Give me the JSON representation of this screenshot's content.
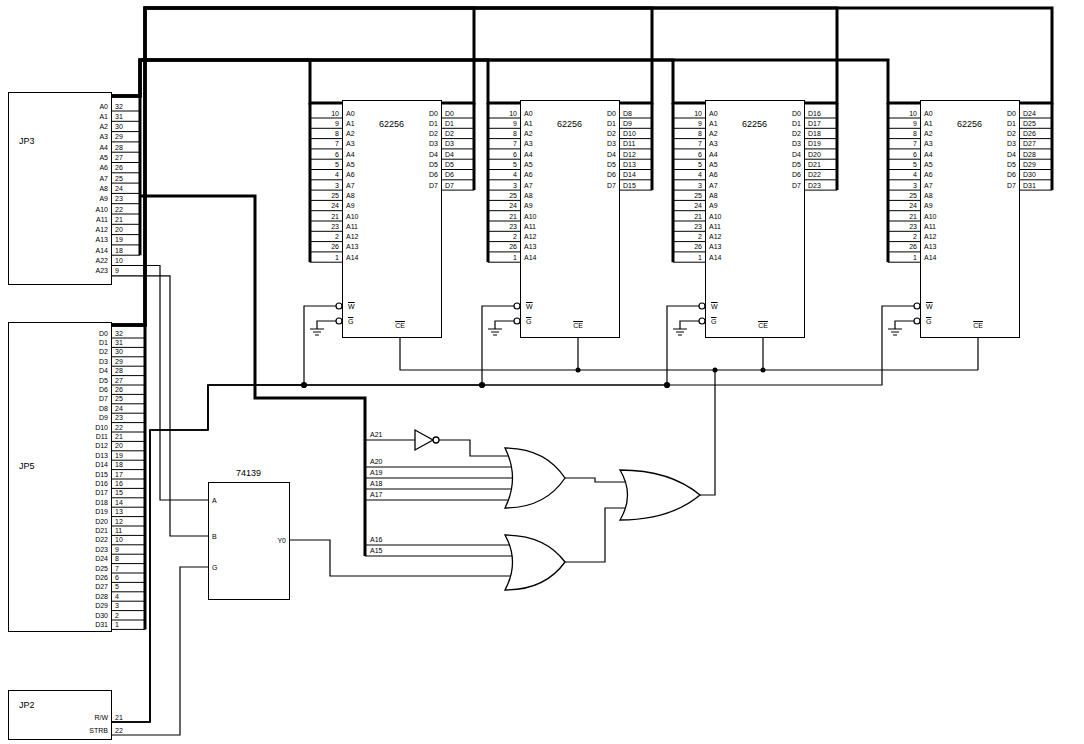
{
  "diagram": {
    "nodes": [
      {
        "text": [
          "JP3"
        ]
      },
      {
        "text": [
          "JP5"
        ]
      },
      {
        "text": [
          "JP2"
        ]
      },
      {
        "text": [
          "74139"
        ]
      },
      {
        "text": [
          "62256"
        ]
      },
      {
        "text": [
          "62256"
        ]
      },
      {
        "text": [
          "62256"
        ]
      },
      {
        "text": [
          "62256"
        ]
      }
    ],
    "edges": [
      {
        "from": 0,
        "to": 4,
        "arrow": "none"
      },
      {
        "from": 0,
        "to": 5,
        "arrow": "none"
      },
      {
        "from": 0,
        "to": 6,
        "arrow": "none"
      },
      {
        "from": 0,
        "to": 7,
        "arrow": "none"
      },
      {
        "from": 1,
        "to": 4,
        "arrow": "none"
      },
      {
        "from": 1,
        "to": 5,
        "arrow": "none"
      },
      {
        "from": 1,
        "to": 6,
        "arrow": "none"
      },
      {
        "from": 1,
        "to": 7,
        "arrow": "none"
      },
      {
        "from": 0,
        "to": 3,
        "arrow": "none"
      },
      {
        "from": 0,
        "to": 3,
        "arrow": "none"
      },
      {
        "from": 2,
        "to": 3,
        "arrow": "none"
      },
      {
        "from": 2,
        "to": 4,
        "arrow": "none"
      },
      {
        "from": 2,
        "to": 5,
        "arrow": "none"
      },
      {
        "from": 2,
        "to": 6,
        "arrow": "none"
      },
      {
        "from": 2,
        "to": 7,
        "arrow": "none"
      }
    ],
    "labels": [
      "A0",
      "32",
      "A1",
      "31",
      "A2",
      "30",
      "A3",
      "29",
      "A4",
      "28",
      "A5",
      "27",
      "A6",
      "26",
      "A7",
      "25",
      "A8",
      "24",
      "A9",
      "23",
      "A10",
      "22",
      "A11",
      "21",
      "A12",
      "20",
      "A13",
      "19",
      "A14",
      "18",
      "A22",
      "10",
      "A23",
      "9",
      "D0",
      "32",
      "D1",
      "31",
      "D2",
      "30",
      "D3",
      "29",
      "D4",
      "28",
      "D5",
      "27",
      "D6",
      "26",
      "D7",
      "25",
      "D8",
      "24",
      "D9",
      "23",
      "D10",
      "22",
      "D11",
      "21",
      "D12",
      "20",
      "D13",
      "19",
      "D14",
      "18",
      "D15",
      "17",
      "D16",
      "16",
      "D17",
      "15",
      "D18",
      "14",
      "D19",
      "13",
      "D20",
      "12",
      "D21",
      "11",
      "D22",
      "10",
      "D23",
      "9",
      "D24",
      "8",
      "D25",
      "7",
      "D26",
      "6",
      "D27",
      "5",
      "D28",
      "4",
      "D29",
      "3",
      "D30",
      "2",
      "D31",
      "1",
      "R/W",
      "21",
      "STRB",
      "22",
      "A",
      "B",
      "G",
      "Y0",
      "A21",
      "A20",
      "A19",
      "A18",
      "A17",
      "A16",
      "A15",
      "10",
      "A0",
      "9",
      "A1",
      "8",
      "A2",
      "7",
      "A3",
      "6",
      "A4",
      "5",
      "A5",
      "4",
      "A6",
      "3",
      "A7",
      "25",
      "A8",
      "24",
      "A9",
      "21",
      "A10",
      "23",
      "A11",
      "2",
      "A12",
      "26",
      "A13",
      "1",
      "A14",
      "D0",
      "D0",
      "D1",
      "D1",
      "D2",
      "D2",
      "D3",
      "D3",
      "D4",
      "D4",
      "D5",
      "D5",
      "D6",
      "D6",
      "D7",
      "D7",
      "W",
      "G",
      "CE",
      "10",
      "A0",
      "9",
      "A1",
      "8",
      "A2",
      "7",
      "A3",
      "6",
      "A4",
      "5",
      "A5",
      "4",
      "A6",
      "3",
      "A7",
      "25",
      "A8",
      "24",
      "A9",
      "21",
      "A10",
      "23",
      "A11",
      "2",
      "A12",
      "26",
      "A13",
      "1",
      "A14",
      "D0",
      "D8",
      "D1",
      "D9",
      "D2",
      "D10",
      "D3",
      "D11",
      "D4",
      "D12",
      "D5",
      "D13",
      "D6",
      "D14",
      "D7",
      "D15",
      "W",
      "G",
      "CE",
      "10",
      "A0",
      "9",
      "A1",
      "8",
      "A2",
      "7",
      "A3",
      "6",
      "A4",
      "5",
      "A5",
      "4",
      "A6",
      "3",
      "A7",
      "25",
      "A8",
      "24",
      "A9",
      "21",
      "A10",
      "23",
      "A11",
      "2",
      "A12",
      "26",
      "A13",
      "1",
      "A14",
      "D0",
      "D16",
      "D1",
      "D17",
      "D2",
      "D18",
      "D3",
      "D19",
      "D4",
      "D20",
      "D5",
      "D21",
      "D6",
      "D22",
      "D7",
      "D23",
      "W",
      "G",
      "CE",
      "10",
      "A0",
      "9",
      "A1",
      "8",
      "A2",
      "7",
      "A3",
      "6",
      "A4",
      "5",
      "A5",
      "4",
      "A6",
      "3",
      "A7",
      "25",
      "A8",
      "24",
      "A9",
      "21",
      "A10",
      "23",
      "A11",
      "2",
      "A12",
      "26",
      "A13",
      "1",
      "A14",
      "D0",
      "D24",
      "D1",
      "D25",
      "D2",
      "D26",
      "D3",
      "D27",
      "D4",
      "D28",
      "D5",
      "D29",
      "D6",
      "D30",
      "D7",
      "D31",
      "W",
      "G",
      "CE"
    ]
  }
}
